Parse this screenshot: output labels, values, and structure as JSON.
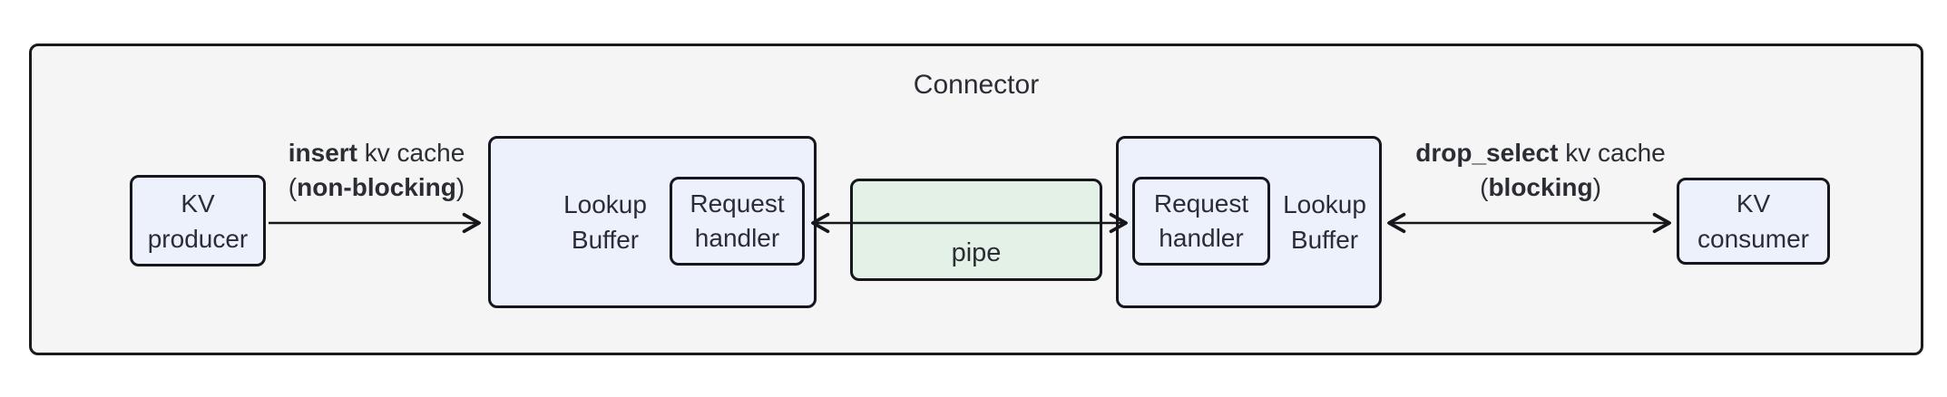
{
  "diagram": {
    "title": "Connector",
    "nodes": {
      "kv_producer": {
        "label": "KV producer"
      },
      "lookup_buffer_left": {
        "label": "Lookup Buffer"
      },
      "request_handler_left": {
        "label": "Request handler"
      },
      "pipe": {
        "label": "pipe"
      },
      "request_handler_right": {
        "label": "Request handler"
      },
      "lookup_buffer_right": {
        "label": "Lookup Buffer"
      },
      "kv_consumer": {
        "label": "KV consumer"
      }
    },
    "edges": {
      "insert": {
        "bold1": "insert",
        "rest1": " kv cache",
        "open": "(",
        "bold2": "non-blocking",
        "close": ")",
        "direction": "right"
      },
      "pipe_link": {
        "direction": "both"
      },
      "drop_select": {
        "bold1": "drop_select",
        "rest1": " kv cache",
        "open": "(",
        "bold2": "blocking",
        "close": ")",
        "direction": "both"
      }
    },
    "colors": {
      "node_fill": "#edf1fb",
      "pipe_fill": "#e4f1e6",
      "container_fill": "#f5f5f5",
      "border": "#16161d",
      "text": "#2a2d34"
    }
  }
}
